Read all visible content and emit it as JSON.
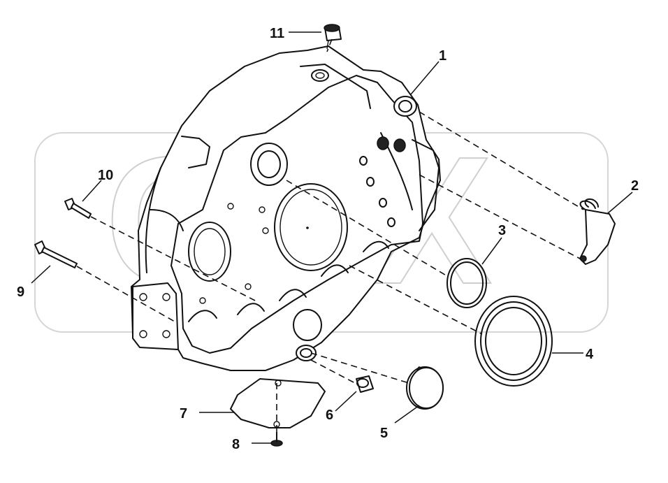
{
  "diagram": {
    "watermark": "CPX",
    "corner_mark": "",
    "callouts": [
      {
        "id": "1",
        "text": "1"
      },
      {
        "id": "2",
        "text": "2"
      },
      {
        "id": "3",
        "text": "3"
      },
      {
        "id": "4",
        "text": "4"
      },
      {
        "id": "5",
        "text": "5"
      },
      {
        "id": "6",
        "text": "6"
      },
      {
        "id": "7",
        "text": "7"
      },
      {
        "id": "8",
        "text": "8"
      },
      {
        "id": "9",
        "text": "9"
      },
      {
        "id": "10",
        "text": "10"
      },
      {
        "id": "11",
        "text": "11"
      }
    ]
  }
}
